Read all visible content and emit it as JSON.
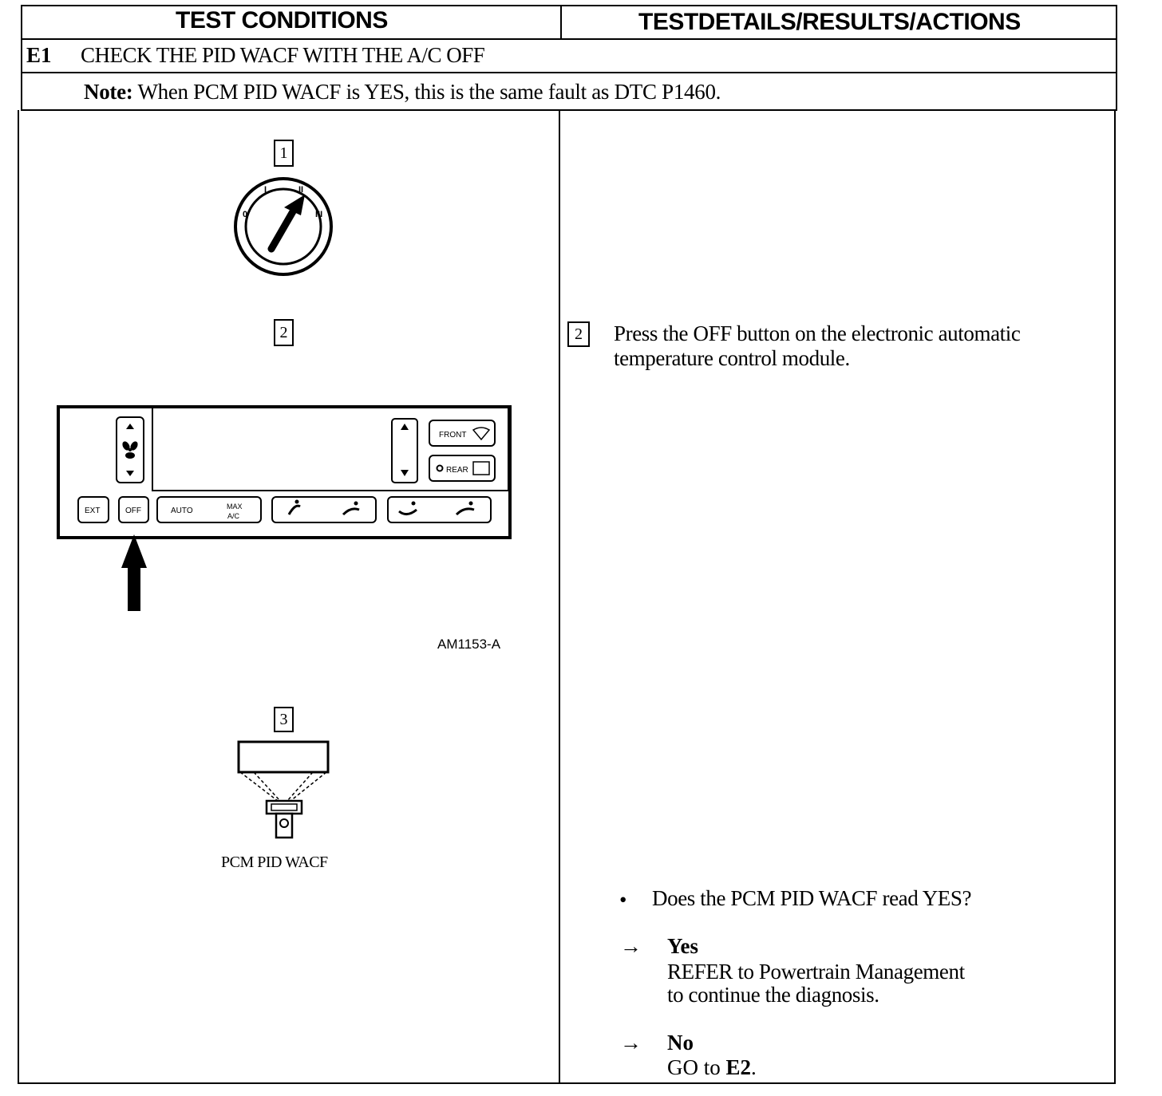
{
  "header": {
    "left": "TEST CONDITIONS",
    "right": "TESTDETAILS/RESULTS/ACTIONS"
  },
  "step": {
    "id": "E1",
    "title": "CHECK THE PID WACF WITH THE A/C OFF"
  },
  "note": {
    "label": "Note:",
    "text": "When PCM PID WACF is YES, this is the same fault as DTC P1460."
  },
  "left": {
    "step1_box": "1",
    "ignition": {
      "positions": [
        "0",
        "I",
        "II",
        "III"
      ]
    },
    "step2_box": "2",
    "panel": {
      "front_label": "FRONT",
      "rear_label": "REAR",
      "buttons": [
        "EXT",
        "OFF",
        "AUTO",
        "MAX",
        "A/C"
      ]
    },
    "figure_id": "AM1153-A",
    "step3_box": "3",
    "pid_caption": "PCM PID WACF"
  },
  "right": {
    "step2_box": "2",
    "step2_line1": "Press the OFF button on the electronic automatic",
    "step2_line2": "temperature control module.",
    "bullet": "•",
    "question": "Does the PCM PID WACF read YES?",
    "arrow": "→",
    "yes_label": "Yes",
    "yes_line1": "REFER to Powertrain Management",
    "yes_line2": "to continue the diagnosis.",
    "no_label": "No",
    "no_go": "GO to ",
    "no_target": "E2",
    "no_period": "."
  }
}
